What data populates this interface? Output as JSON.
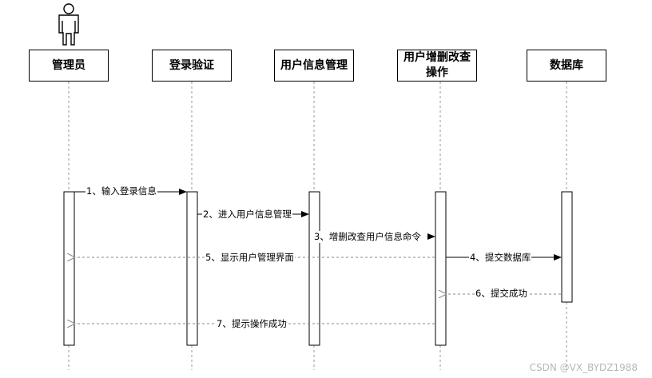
{
  "lifelines": [
    {
      "id": "admin",
      "label": "管理员"
    },
    {
      "id": "login",
      "label": "登录验证"
    },
    {
      "id": "user_info",
      "label": "用户信息管理"
    },
    {
      "id": "user_crud",
      "label": "用户增删改查操作"
    },
    {
      "id": "db",
      "label": "数据库"
    }
  ],
  "actor_icon": "stick-figure-actor-icon",
  "messages": [
    {
      "label": "1、输入登录信息",
      "style": "solid"
    },
    {
      "label": "2、进入用户信息管理",
      "style": "solid"
    },
    {
      "label": "3、增删改查用户信息命令",
      "style": "solid"
    },
    {
      "label": "5、显示用户管理界面",
      "style": "dashed"
    },
    {
      "label": "4、提交数据库",
      "style": "solid"
    },
    {
      "label": "6、提交成功",
      "style": "dashed"
    },
    {
      "label": "7、提示操作成功",
      "style": "dashed"
    }
  ],
  "watermark": "CSDN @VX_BYDZ1988",
  "colors": {
    "line": "#000000",
    "lifeline": "#9a9a9a",
    "dashed_message": "#888888"
  }
}
